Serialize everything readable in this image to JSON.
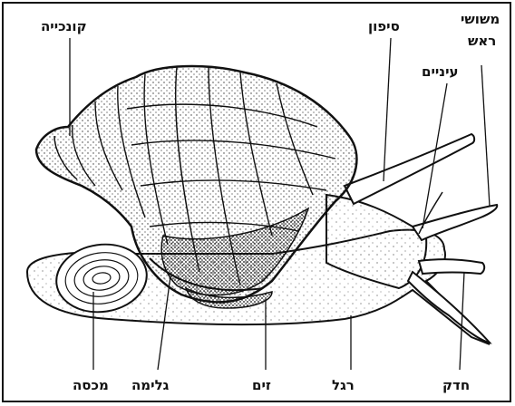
{
  "labels": {
    "shell": "קונכייה",
    "siphon": "סיפון",
    "head_tentacles_line1": "משושי",
    "head_tentacles_line2": "ראש",
    "eyes": "עיניים",
    "operculum": "מכסה",
    "mantle": "גלימה",
    "gill": "זים",
    "foot": "רגל",
    "proboscis": "חדק"
  }
}
